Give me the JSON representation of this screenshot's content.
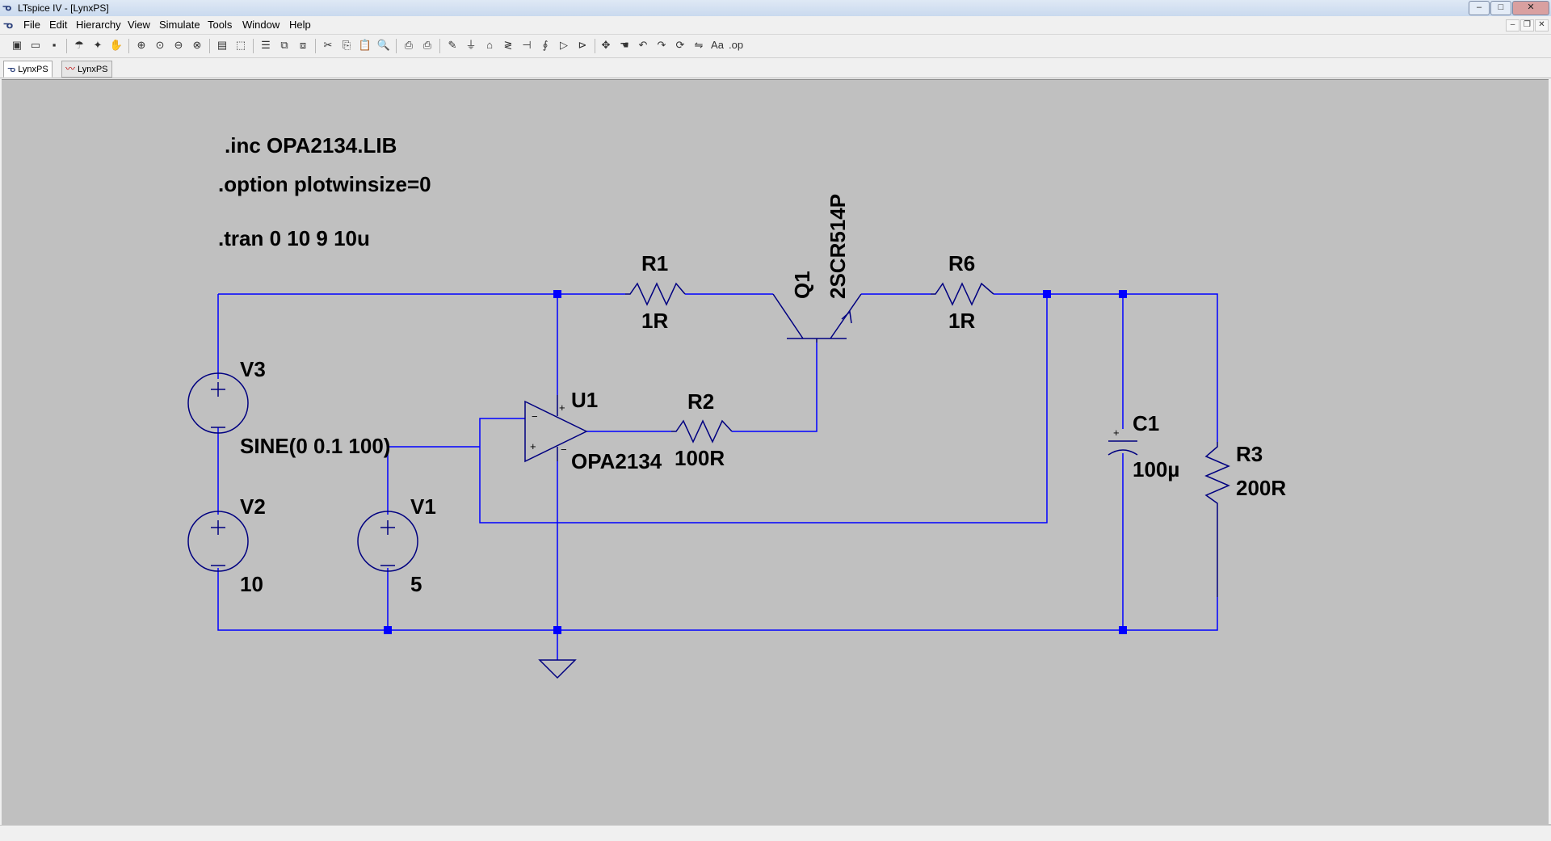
{
  "window": {
    "title": "LTspice IV - [LynxPS]",
    "app_icon": "ltspice-logo-icon",
    "controls": [
      "–",
      "□",
      "✕"
    ],
    "mdi_controls": [
      "–",
      "❐",
      "✕"
    ]
  },
  "menu": [
    "File",
    "Edit",
    "Hierarchy",
    "View",
    "Simulate",
    "Tools",
    "Window",
    "Help"
  ],
  "toolbar": {
    "icons": [
      "new-schematic-icon",
      "open-icon",
      "save-icon",
      "control-panel-icon",
      "run-icon",
      "halt-icon",
      "zoom-in-icon",
      "zoom-full-icon",
      "zoom-out-icon",
      "zoom-cancel-icon",
      "autorange-icon",
      "grid-icon",
      "tile-horizontal-icon",
      "tile-vertical-icon",
      "cascade-icon",
      "cut-icon",
      "copy-icon",
      "paste-icon",
      "find-icon",
      "print-setup-icon",
      "print-icon",
      "wire-icon",
      "ground-icon",
      "label-icon",
      "resistor-icon",
      "capacitor-icon",
      "inductor-icon",
      "diode-icon",
      "component-icon",
      "move-icon",
      "drag-icon",
      "undo-icon",
      "redo-icon",
      "rotate-icon",
      "mirror-icon",
      "text-icon",
      "spice-directive-icon"
    ],
    "glyphs": [
      "▣",
      "▭",
      "▪",
      "☂",
      "✦",
      "✋",
      "⊕",
      "⊙",
      "⊖",
      "⊗",
      "▤",
      "⬚",
      "☰",
      "⧉",
      "⧈",
      "✂",
      "⎘",
      "📋",
      "🔍",
      "⎙",
      "⎙",
      "✎",
      "⏚",
      "⌂",
      "≷",
      "⊣",
      "∮",
      "▷",
      "⊳",
      "✥",
      "☚",
      "↶",
      "↷",
      "⟳",
      "⇋",
      "Aa",
      ".op"
    ]
  },
  "tabs": [
    {
      "label": "LynxPS",
      "icon": "schematic-tab-icon",
      "glyph": "ᓀ",
      "active": true
    },
    {
      "label": "LynxPS",
      "icon": "waveform-tab-icon",
      "glyph": "〰",
      "active": false
    }
  ],
  "schematic": {
    "directives": [
      ".inc OPA2134.LIB",
      ".option plotwinsize=0",
      ".tran 0 10 9 10u"
    ],
    "components": {
      "V3": {
        "name": "V3",
        "value": "SINE(0 0.1 100)"
      },
      "V2": {
        "name": "V2",
        "value": "10"
      },
      "V1": {
        "name": "V1",
        "value": "5"
      },
      "U1": {
        "name": "U1",
        "value": "OPA2134"
      },
      "R1": {
        "name": "R1",
        "value": "1R"
      },
      "R2": {
        "name": "R2",
        "value": "100R"
      },
      "R6": {
        "name": "R6",
        "value": "1R"
      },
      "R3": {
        "name": "R3",
        "value": "200R"
      },
      "C1": {
        "name": "C1",
        "value": "100µ"
      },
      "Q1": {
        "name": "Q1",
        "value": "2SCR514P"
      }
    },
    "opamp_pins": {
      "plus": "+",
      "minus": "−"
    },
    "colors": {
      "background": "#c0c0c0",
      "wire": "#0000ff",
      "component": "#000080",
      "text": "#000000"
    }
  }
}
